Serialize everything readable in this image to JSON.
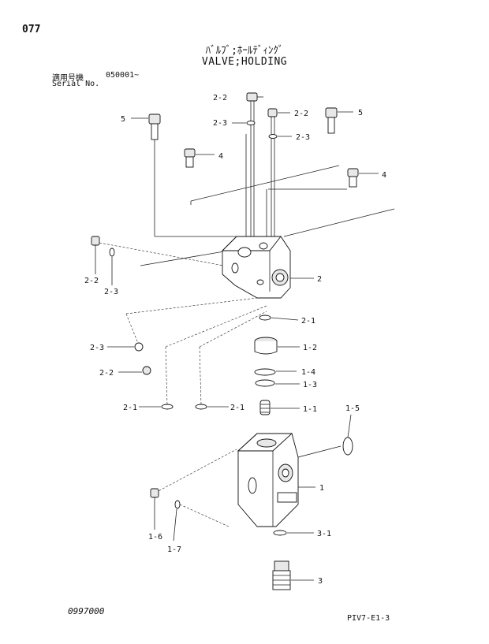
{
  "header": {
    "page_number": "077",
    "title_jp": "ﾊﾞﾙﾌﾞ;ﾎｰﾙﾃﾞｨﾝｸﾞ",
    "title_en": "VALVE;HOLDING",
    "serial_label_jp": "適用号機",
    "serial_value": "050001~",
    "serial_label_en": "Serial No."
  },
  "callouts": {
    "c_2_2_top": "2-2",
    "c_2_3_top": "2-3",
    "c_5_left": "5",
    "c_2_2_right": "2-2",
    "c_2_3_right": "2-3",
    "c_5_right": "5",
    "c_4_mid": "4",
    "c_4_right": "4",
    "c_2_2_left": "2-2",
    "c_2_3_left": "2-3",
    "c_2_block": "2",
    "c_2_1_a": "2-1",
    "c_2_3_mid": "2-3",
    "c_1_2": "1-2",
    "c_2_2_mid": "2-2",
    "c_1_4": "1-4",
    "c_1_3": "1-3",
    "c_2_1_b": "2-1",
    "c_2_1_c": "2-1",
    "c_1_1": "1-1",
    "c_1_5": "1-5",
    "c_1": "1",
    "c_1_6": "1-6",
    "c_1_7": "1-7",
    "c_3_1": "3-1",
    "c_3": "3"
  },
  "footer": {
    "date_code": "0997000",
    "drawing_code": "PIV7-E1-3"
  }
}
